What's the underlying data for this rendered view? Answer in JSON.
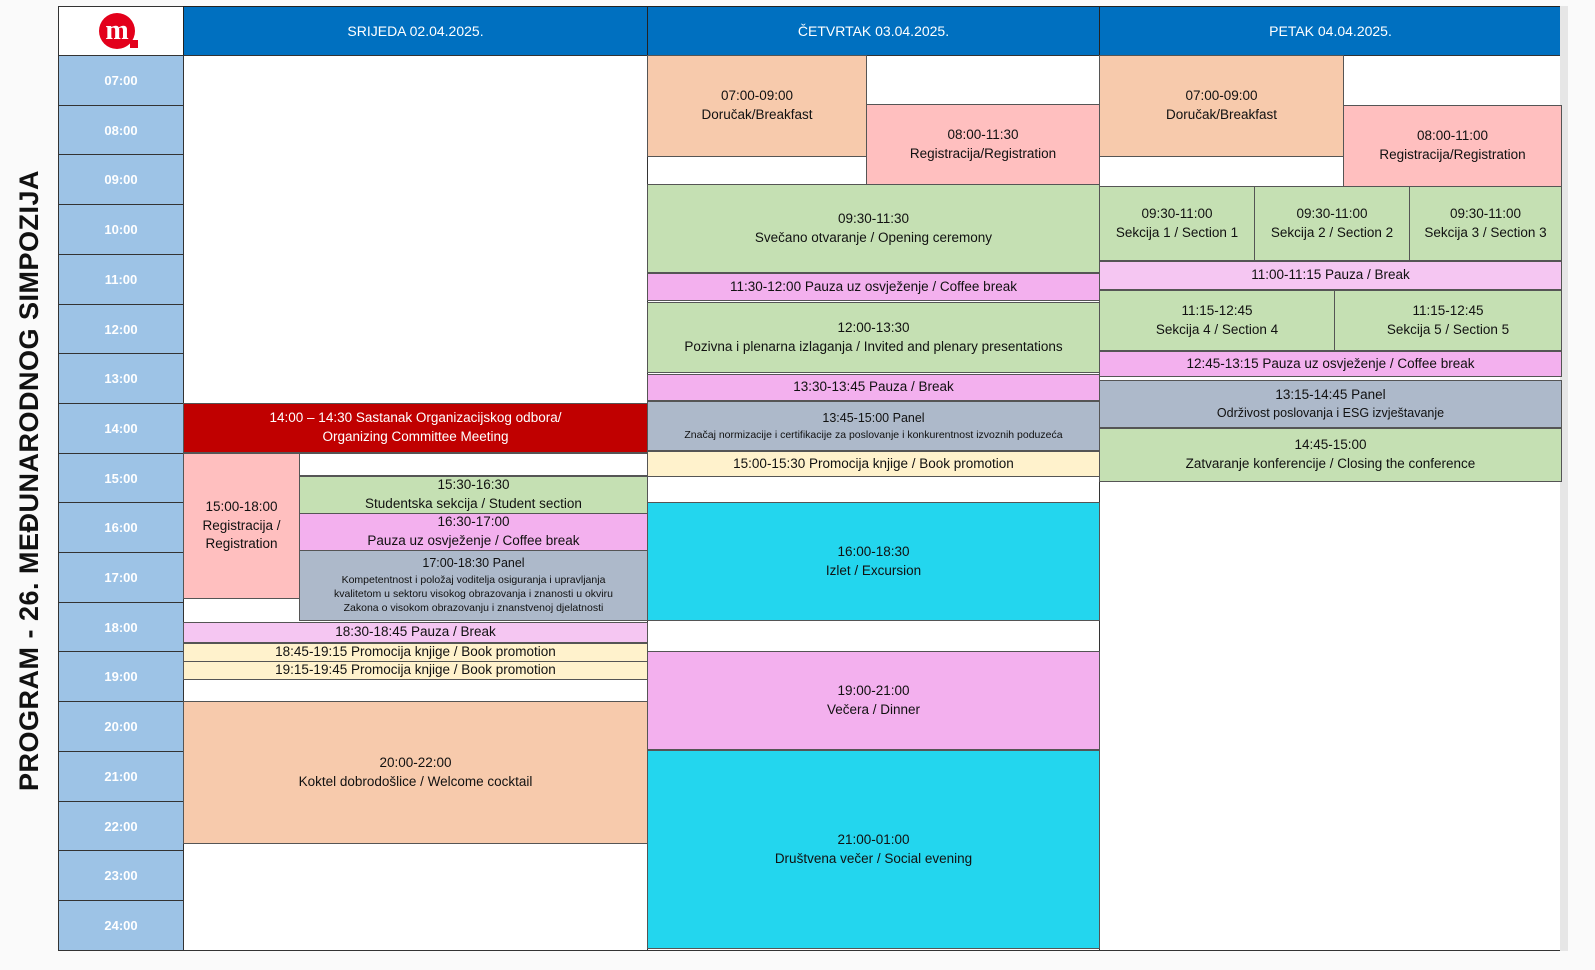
{
  "program_title": "PROGRAM - 26. MEĐUNARODNOG SIMPOZIJA",
  "logo": {
    "letter": "m",
    "accent_color": "#e3001b"
  },
  "days": [
    {
      "label": "SRIJEDA 02.04.2025."
    },
    {
      "label": "ČETVRTAK 03.04.2025."
    },
    {
      "label": "PETAK 04.04.2025."
    }
  ],
  "times": [
    "07:00",
    "08:00",
    "09:00",
    "10:00",
    "11:00",
    "12:00",
    "13:00",
    "14:00",
    "15:00",
    "16:00",
    "17:00",
    "18:00",
    "19:00",
    "20:00",
    "21:00",
    "22:00",
    "23:00",
    "24:00"
  ],
  "events": {
    "wed": [
      {
        "lines": [
          "14:00 – 14:30 Sastanak Organizacijskog odbora/",
          "Organizing Committee Meeting"
        ],
        "color": "red"
      },
      {
        "lines": [
          "15:00-18:00",
          "Registracija /",
          "Registration"
        ],
        "color": "pink"
      },
      {
        "lines": [
          "15:30-16:30",
          "Studentska sekcija / Student section"
        ],
        "color": "green"
      },
      {
        "lines": [
          "16:30-17:00",
          "Pauza uz osvježenje / Coffee break"
        ],
        "color": "violet"
      },
      {
        "lines": [
          "17:00-18:30 Panel",
          "Kompetentnost i položaj voditelja osiguranja i upravljanja",
          "kvalitetom u sektoru visokog  obrazovanja i znanosti u okviru",
          "Zakona o visokom obrazovanju i znanstvenoj djelatnosti"
        ],
        "color": "gray"
      },
      {
        "lines": [
          "18:30-18:45 Pauza / Break"
        ],
        "color": "lilac"
      },
      {
        "lines": [
          "18:45-19:15 Promocija knjige / Book promotion"
        ],
        "color": "cream"
      },
      {
        "lines": [
          "19:15-19:45 Promocija knjige / Book promotion"
        ],
        "color": "cream"
      },
      {
        "lines": [
          "20:00-22:00",
          "Koktel dobrodošlice / Welcome cocktail"
        ],
        "color": "peach"
      }
    ],
    "thu": [
      {
        "lines": [
          "07:00-09:00",
          "Doručak/Breakfast"
        ],
        "color": "peach"
      },
      {
        "lines": [
          "08:00-11:30",
          "Registracija/Registration"
        ],
        "color": "pink"
      },
      {
        "lines": [
          "09:30-11:30",
          "Svečano otvaranje / Opening ceremony"
        ],
        "color": "green"
      },
      {
        "lines": [
          "11:30-12:00 Pauza uz osvježenje / Coffee break"
        ],
        "color": "violet"
      },
      {
        "lines": [
          "12:00-13:30",
          "Pozivna i plenarna izlaganja / Invited and plenary presentations"
        ],
        "color": "green"
      },
      {
        "lines": [
          "13:30-13:45 Pauza / Break"
        ],
        "color": "violet"
      },
      {
        "lines": [
          "13:45-15:00 Panel",
          "Značaj normizacije i certifikacije za poslovanje i konkurentnost  izvoznih poduzeća"
        ],
        "color": "gray"
      },
      {
        "lines": [
          "15:00-15:30 Promocija knjige / Book promotion"
        ],
        "color": "cream"
      },
      {
        "lines": [
          "16:00-18:30",
          "Izlet / Excursion"
        ],
        "color": "cyan"
      },
      {
        "lines": [
          "19:00-21:00",
          "Večera / Dinner"
        ],
        "color": "violet"
      },
      {
        "lines": [
          "21:00-01:00",
          "Društvena večer / Social evening"
        ],
        "color": "cyan"
      }
    ],
    "fri": [
      {
        "lines": [
          "07:00-09:00",
          "Doručak/Breakfast"
        ],
        "color": "peach"
      },
      {
        "lines": [
          "08:00-11:00",
          "Registracija/Registration"
        ],
        "color": "pink"
      },
      {
        "lines": [
          "09:30-11:00",
          "Sekcija 1 / Section 1"
        ],
        "color": "green"
      },
      {
        "lines": [
          "09:30-11:00",
          "Sekcija 2 / Section 2"
        ],
        "color": "green"
      },
      {
        "lines": [
          "09:30-11:00",
          "Sekcija 3 / Section 3"
        ],
        "color": "green"
      },
      {
        "lines": [
          "11:00-11:15 Pauza / Break"
        ],
        "color": "lilac"
      },
      {
        "lines": [
          "11:15-12:45",
          "Sekcija 4 / Section 4"
        ],
        "color": "green"
      },
      {
        "lines": [
          "11:15-12:45",
          "Sekcija 5 / Section 5"
        ],
        "color": "green"
      },
      {
        "lines": [
          "12:45-13:15 Pauza uz osvježenje / Coffee break"
        ],
        "color": "violet"
      },
      {
        "lines": [
          "13:15-14:45 Panel",
          "Održivost poslovanja i ESG izvještavanje"
        ],
        "color": "gray"
      },
      {
        "lines": [
          "14:45-15:00",
          "Zatvaranje konferencije / Closing the conference"
        ],
        "color": "green"
      }
    ]
  },
  "colors": {
    "header_blue": "#0070c0",
    "time_blue": "#9dc3e6",
    "peach": "#f7caac",
    "pink": "#ffbfbf",
    "green": "#c5e0b3",
    "violet": "#f3b0ee",
    "lilac": "#f5c6f2",
    "gray": "#adb9ca",
    "cream": "#fff2cc",
    "cyan": "#23d6ee",
    "red": "#c00000"
  }
}
